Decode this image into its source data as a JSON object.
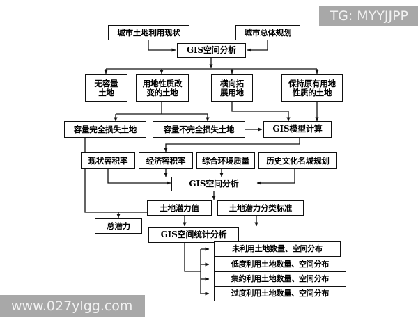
{
  "diagram": {
    "title_absent": true,
    "nodes": {
      "current_land_use": "城市土地利用现状",
      "master_plan": "城市总体规划",
      "gis_spatial_analysis_1": "GIS空间分析",
      "no_capacity_land": "无容量\n土地",
      "changed_use_land": "用地性质改\n变的土地",
      "horizontal_expansion_land": "横向拓\n展用地",
      "retained_use_land": "保持原有用地\n性质的土地",
      "full_capacity_loss_land": "容量完全损失土地",
      "partial_capacity_loss_land": "容量不完全损失土地",
      "gis_model_calculation": "GIS模型计算",
      "current_far": "现状容积率",
      "economic_far": "经济容积率",
      "comprehensive_env_quality": "综合环境质量",
      "historic_city_plan": "历史文化名城规划",
      "gis_spatial_analysis_2": "GIS空间分析",
      "land_potential_value": "土地潜力值",
      "land_potential_classification": "土地潜力分类标准",
      "total_potential": "总潜力",
      "gis_statistical_analysis": "GIS空间统计分析",
      "unused_land": "未利用土地数量、空间分布",
      "low_use_land": "低度利用土地数量、空间分布",
      "intensive_use_land": "集约利用土地数量、空间分布",
      "over_use_land": "过度利用土地数量、空间分布"
    },
    "colors": {
      "line": "#111111",
      "box_fill": "#ffffff",
      "text": "#000000",
      "watermark_band": "#a8a8a8",
      "watermark_text": "#f2f2f2"
    }
  },
  "watermarks": {
    "top_right": "TG: MYYJJPP",
    "bottom_left": "www.027ylgg.com"
  }
}
